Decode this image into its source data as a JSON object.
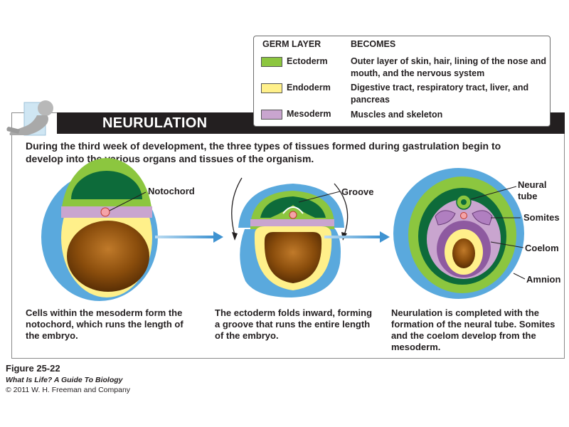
{
  "title": "NEURULATION",
  "intro": "During the third week of development, the three types of tissues formed during gastrulation begin to develop into the various organs and tissues of the organism.",
  "legend": {
    "col_layer": "GERM LAYER",
    "col_becomes": "BECOMES",
    "rows": [
      {
        "name": "Ectoderm",
        "desc": "Outer layer of skin, hair, lining of the nose and mouth, and the nervous system",
        "color": "#8cc63f"
      },
      {
        "name": "Endoderm",
        "desc": "Digestive tract, respiratory tract, liver, and pancreas",
        "color": "#fff08a"
      },
      {
        "name": "Mesoderm",
        "desc": "Muscles and skeleton",
        "color": "#c9a5cf"
      }
    ]
  },
  "callouts": {
    "notochord": "Notochord",
    "groove": "Groove",
    "neural_tube": "Neural tube",
    "somites": "Somites",
    "coelom": "Coelom",
    "amnion": "Amnion"
  },
  "captions": [
    "Cells within the mesoderm form the notochord, which runs the length of the embryo.",
    "The ectoderm folds inward, forming a groove that runs the entire length of the embryo.",
    "Neurulation is completed with the formation of the neural tube. Somites and the coelom develop from the mesoderm."
  ],
  "figure": {
    "label": "Figure 25-22",
    "book": "What Is Life? A Guide To Biology",
    "copyright": "© 2011 W. H. Freeman and Company"
  },
  "colors": {
    "ectoderm": "#8cc63f",
    "endoderm": "#fff08a",
    "mesoderm": "#c9a5cf",
    "amnion": "#5aa9dd",
    "yolk": "#8a4d0c",
    "notochord": "#f4a3a8",
    "title_bar": "#231f20"
  }
}
